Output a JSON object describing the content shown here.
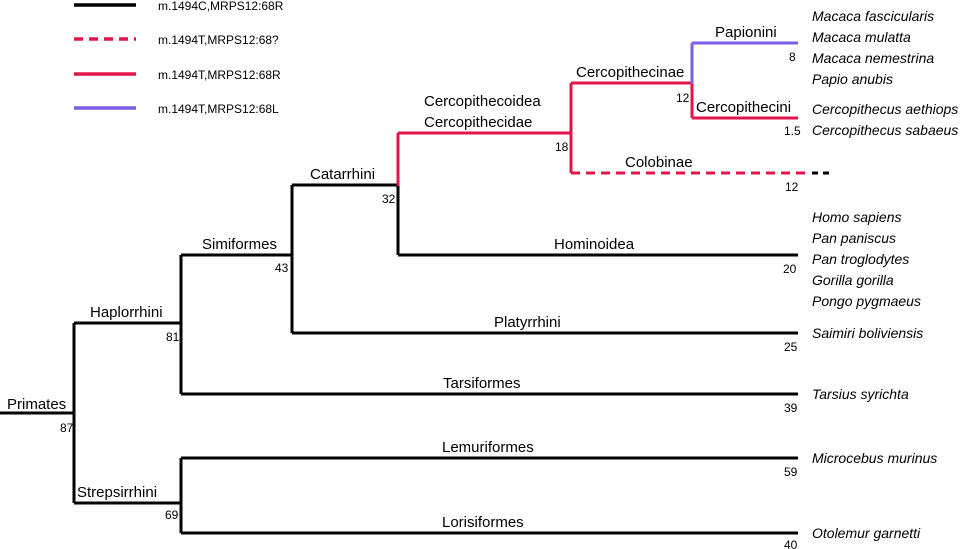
{
  "legend": {
    "items": [
      {
        "label": "m.1494C,MRPS12:68R",
        "color": "#000000",
        "dashed": false
      },
      {
        "label": "m.1494T,MRPS12:68?",
        "color": "#e0164a",
        "dashed": true
      },
      {
        "label": "m.1494T,MRPS12:68R",
        "color": "#e0164a",
        "dashed": false
      },
      {
        "label": "m.1494T,MRPS12:68L",
        "color": "#7b5ee6",
        "dashed": false
      }
    ]
  },
  "clades": {
    "primates": "Primates",
    "haplorrhini": "Haplorrhini",
    "strepsirrhini": "Strepsirrhini",
    "simiformes": "Simiformes",
    "catarrhini": "Catarrhini",
    "cercopithecoidea": "Cercopithecoidea",
    "cercopithecidae": "Cercopithecidae",
    "cercopithecinae": "Cercopithecinae",
    "papionini": "Papionini",
    "cercopithecini": "Cercopithecini",
    "colobinae": "Colobinae",
    "hominoidea": "Hominoidea",
    "platyrrhini": "Platyrrhini",
    "tarsiformes": "Tarsiformes",
    "lemuriformes": "Lemuriformes",
    "lorisiformes": "Lorisiformes"
  },
  "ages": {
    "primates": "87",
    "haplorrhini": "81",
    "strepsirrhini": "69",
    "simiformes": "43",
    "catarrhini": "32",
    "cercopithecidae": "18",
    "cercopithecinae": "12",
    "papionini": "8",
    "cercopithecini": "1.5",
    "colobinae": "12",
    "hominoidea": "20",
    "platyrrhini": "25",
    "tarsiformes": "39",
    "lemuriformes": "59",
    "lorisiformes": "40"
  },
  "species": {
    "macaca_fascicularis": "Macaca fascicularis",
    "macaca_mulatta": "Macaca mulatta",
    "macaca_nemestrina": "Macaca nemestrina",
    "papio_anubis": "Papio anubis",
    "cercopithecus_aethiops": "Cercopithecus aethiops",
    "cercopithecus_sabaeus": "Cercopithecus sabaeus",
    "homo_sapiens": "Homo sapiens",
    "pan_paniscus": "Pan paniscus",
    "pan_troglodytes": "Pan troglodytes",
    "gorilla_gorilla": "Gorilla gorilla",
    "pongo_pygmaeus": "Pongo pygmaeus",
    "saimiri_boliviensis": "Saimiri boliviensis",
    "tarsius_syrichta": "Tarsius syrichta",
    "microcebus_murinus": "Microcebus murinus",
    "otolemur_garnetti": "Otolemur garnetti"
  }
}
